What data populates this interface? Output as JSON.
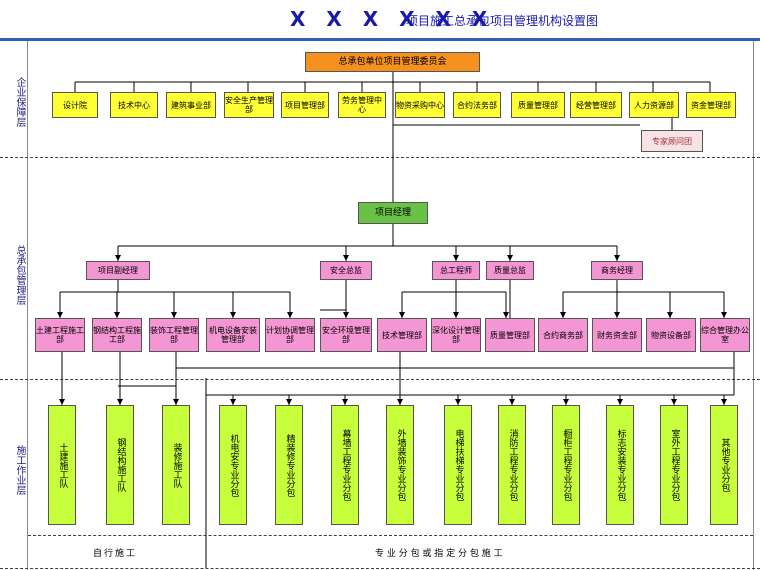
{
  "header": {
    "title_marks": "X X X X X X",
    "title_text": "项目施工总承包项目管理机构设置图"
  },
  "layers": {
    "enterprise": "企业保障层",
    "general": "总承包管理层",
    "construction": "施工作业层"
  },
  "committee": "总承包单位项目管理委员会",
  "support_depts": [
    "设计院",
    "技术中心",
    "建筑事业部",
    "安全生产管理部",
    "项目管理部",
    "劳务管理中心",
    "物资采购中心",
    "合约法务部",
    "质量管理部",
    "经营管理部",
    "人力资源部",
    "资金管理部"
  ],
  "expert_group": "专家顾问团",
  "project_manager": "项目经理",
  "deputies": {
    "deputy_pm": "项目副经理",
    "safety_director": "安全总监",
    "chief_engineer": "总工程师",
    "quality_director": "质量总监",
    "business_manager": "商务经理"
  },
  "depts": [
    "土建工程施工部",
    "钢结构工程施工部",
    "装饰工程管理部",
    "机电设备安装管理部",
    "计划协调管理部",
    "安全环境管理部",
    "技术管理部",
    "深化设计管理部",
    "质量管理部",
    "合约商务部",
    "财务资金部",
    "物资设备部",
    "综合管理办公室"
  ],
  "self_teams": [
    "土建施工队",
    "钢结构施工队",
    "装修施工队"
  ],
  "sub_teams": [
    "机电安专业分包",
    "精装修专业分包",
    "幕墙工程专业分包",
    "外墙装饰专业分包",
    "电梯扶梯专业分包",
    "消防工程专业分包",
    "橱柜工程专业分包",
    "标志安装专业分包",
    "室外工程专业分包",
    "其他专业分包"
  ],
  "bottom": {
    "self": "自行施工",
    "sub": "专 业 分 包 或 指 定 分 包 施 工"
  }
}
